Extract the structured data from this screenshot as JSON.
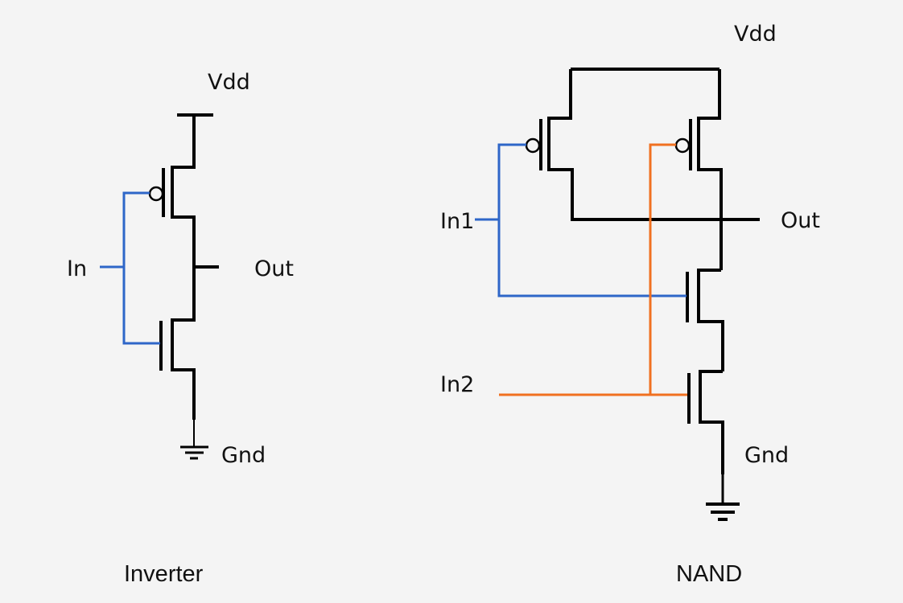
{
  "diagram": {
    "colors": {
      "background": "#f4f4f4",
      "wire": "#000000",
      "input1": "#2e66c8",
      "input2": "#f07020"
    },
    "inverter": {
      "caption": "Inverter",
      "vdd_label": "Vdd",
      "gnd_label": "Gnd",
      "input_label": "In",
      "output_label": "Out",
      "transistors": [
        {
          "type": "PMOS",
          "gate": "In"
        },
        {
          "type": "NMOS",
          "gate": "In"
        }
      ]
    },
    "nand": {
      "caption": "NAND",
      "vdd_label": "Vdd",
      "gnd_label": "Gnd",
      "input1_label": "In1",
      "input2_label": "In2",
      "output_label": "Out",
      "transistors": [
        {
          "type": "PMOS",
          "gate": "In1",
          "connection": "parallel"
        },
        {
          "type": "PMOS",
          "gate": "In2",
          "connection": "parallel"
        },
        {
          "type": "NMOS",
          "gate": "In1",
          "connection": "series"
        },
        {
          "type": "NMOS",
          "gate": "In2",
          "connection": "series"
        }
      ]
    }
  }
}
